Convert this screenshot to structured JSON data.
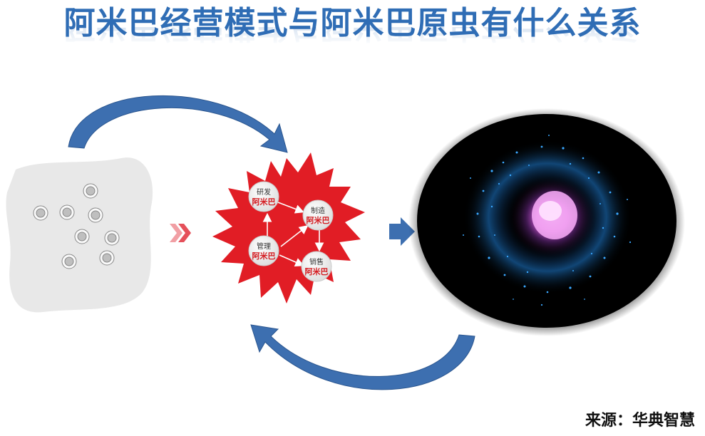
{
  "title": "阿米巴经营模式与阿米巴原虫有什么关系",
  "source": "来源：华典智慧",
  "units": [
    {
      "name": "研发",
      "tag": "阿米巴"
    },
    {
      "name": "制造",
      "tag": "阿米巴"
    },
    {
      "name": "管理",
      "tag": "阿米巴"
    },
    {
      "name": "销售",
      "tag": "阿米巴"
    }
  ],
  "colors": {
    "title": "#2f6db5",
    "arrow_blue": "#3d6fb0",
    "burst_red": "#e11d25",
    "blob_gray": "#e9e9e9",
    "chevron_red": "#e5505a"
  }
}
